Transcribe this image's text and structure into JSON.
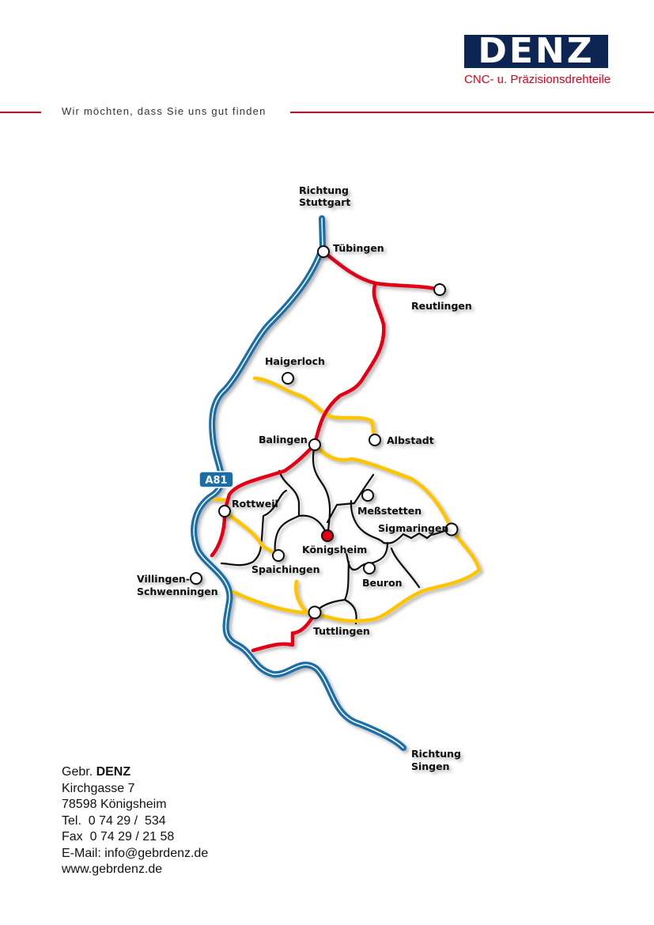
{
  "header": {
    "logo_text": "DENZ",
    "tagline": "CNC- u. Präzisionsdrehteile",
    "slogan": "Wir möchten, dass Sie uns gut finden"
  },
  "map": {
    "highway_label": "A81",
    "direction_north": [
      "Richtung",
      "Stuttgart"
    ],
    "direction_south": [
      "Richtung",
      "Singen"
    ],
    "cities": {
      "tuebingen": "Tübingen",
      "reutlingen": "Reutlingen",
      "haigerloch": "Haigerloch",
      "balingen": "Balingen",
      "albstadt": "Albstadt",
      "rottweil": "Rottweil",
      "messstetten": "Meßstetten",
      "sigmaringen": "Sigmaringen",
      "koenigsheim": "Königsheim",
      "spaichingen": "Spaichingen",
      "beuron": "Beuron",
      "villingen": [
        "Villingen-",
        "Schwenningen"
      ],
      "tuttlingen": "Tuttlingen"
    },
    "colors": {
      "highway": "#1a6ea8",
      "main_road": "#e30613",
      "secondary_road": "#ffc400",
      "local_road": "#111111"
    }
  },
  "address": {
    "company_prefix": "Gebr. ",
    "company_name": "DENZ",
    "street": "Kirchgasse 7",
    "city": "78598 Königsheim",
    "phone": "Tel.  0 74 29 /  534",
    "fax": "Fax  0 74 29 / 21 58",
    "email": "E-Mail: info@gebrdenz.de",
    "web": "www.gebrdenz.de"
  }
}
